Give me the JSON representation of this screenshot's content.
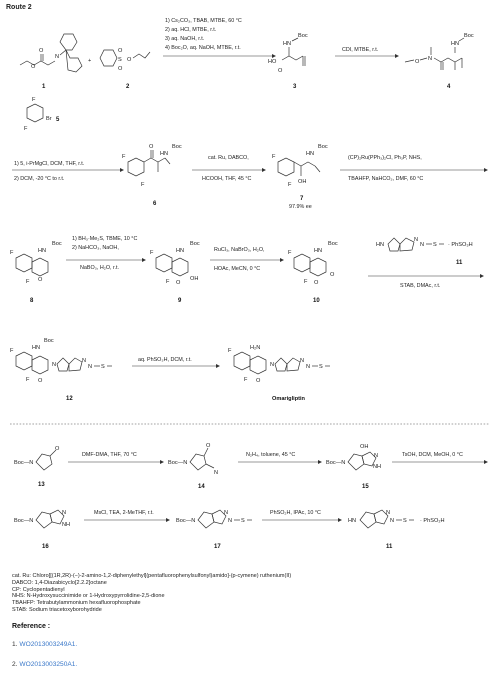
{
  "route_title": "Route 2",
  "steps": {
    "s1": [
      "1) Cs₂CO₃, TBAB, MTBE, 60 °C",
      "2) aq. HCl, MTBE, r.t.",
      "3) aq. NaOH, r.t.",
      "4) Boc₂O, aq. NaOH, MTBE, r.t."
    ],
    "s2": [
      "CDI, MTBE, r.t."
    ],
    "s3": [
      "1) 5, i-PrMgCl, DCM, THF, r.t.",
      "2) DCM, -20 °C to r.t."
    ],
    "s4": [
      "cat. Ru, DABCO,",
      "HCOOH, THF, 45 °C"
    ],
    "s5": [
      "(CP)₂Ru(PPh₃)₂Cl, Ph₃P, NHS,",
      "TBAHFP, NaHCO₃, DMF, 60 °C"
    ],
    "s6": [
      "1) BH₃·Me₂S, TBME, 10 °C",
      "2) NaHCO₃, NaOH,",
      "NaBO₃, H₂O, r.t."
    ],
    "s7": [
      "RuCl₃, NaBrO₃, H₂O,",
      "HOAc, MeCN, 0 °C"
    ],
    "s8": [
      "STAB, DMAc, r.t."
    ],
    "s9": [
      "aq. PhSO₃H, DCM, r.t."
    ],
    "s10": [
      "DMF-DMA, THF, 70 °C"
    ],
    "s11": [
      "N₂H₄, toluene, 45 °C"
    ],
    "s12": [
      "TsOH, DCM, MeOH, 0 °C"
    ],
    "s13": [
      "MsCl, TEA, 2-MeTHF, r.t."
    ],
    "s14": [
      "PhSO₂H, IPAc, 10 °C"
    ]
  },
  "compounds": {
    "c1": "1",
    "c2": "2",
    "c3": "3",
    "c4": "4",
    "c5": "5",
    "c6": "6",
    "c7": "7",
    "c7ee": "97.9% ee",
    "c8": "8",
    "c9": "9",
    "c10": "10",
    "c11": "11",
    "c12": "12",
    "c13": "13",
    "c14": "14",
    "c15": "15",
    "c16": "16",
    "c17": "17",
    "c11b": "11",
    "product": "Omarigliptin"
  },
  "atoms": {
    "boc": "Boc",
    "hn": "HN",
    "nh": "NH",
    "h2n": "H₂N",
    "n": "N",
    "o": "O",
    "oh": "OH",
    "ho": "HO",
    "f": "F",
    "br": "Br",
    "s": "S",
    "so2": "S",
    "bocn": "Boc—N",
    "phso3h": "· PhSO₃H",
    "phso2h": "· PhSO₂H",
    "hn2": "HN"
  },
  "abbreviations": [
    "cat. Ru: Chloro[[(1R,2R)-(−)-2-amino-1,2-diphenylethyl](pentafluorophenylsulfonyl)amido]-(p-cymene) ruthenium(II)",
    "DABCO: 1,4-Diazabicyclo[2.2.2]octane",
    "CP: Cyclopentadienyl",
    "NHS: N-Hydroxysuccinimide or 1-Hydroxypyrrolidine-2,5-dione",
    "TBAHFP: Tetrabutylammonium hexafluorophosphate",
    "STAB: Sodium triacetoxyborohydride"
  ],
  "reference_title": "Reference :",
  "references": [
    {
      "n": "1.",
      "text": "WO2013003249A1."
    },
    {
      "n": "2.",
      "text": "WO2013003250A1."
    }
  ]
}
